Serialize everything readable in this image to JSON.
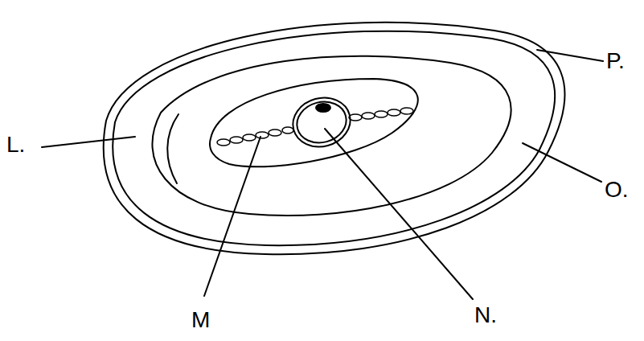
{
  "diagram": {
    "labels": [
      "L.",
      "M",
      "N.",
      "O.",
      "P."
    ]
  }
}
